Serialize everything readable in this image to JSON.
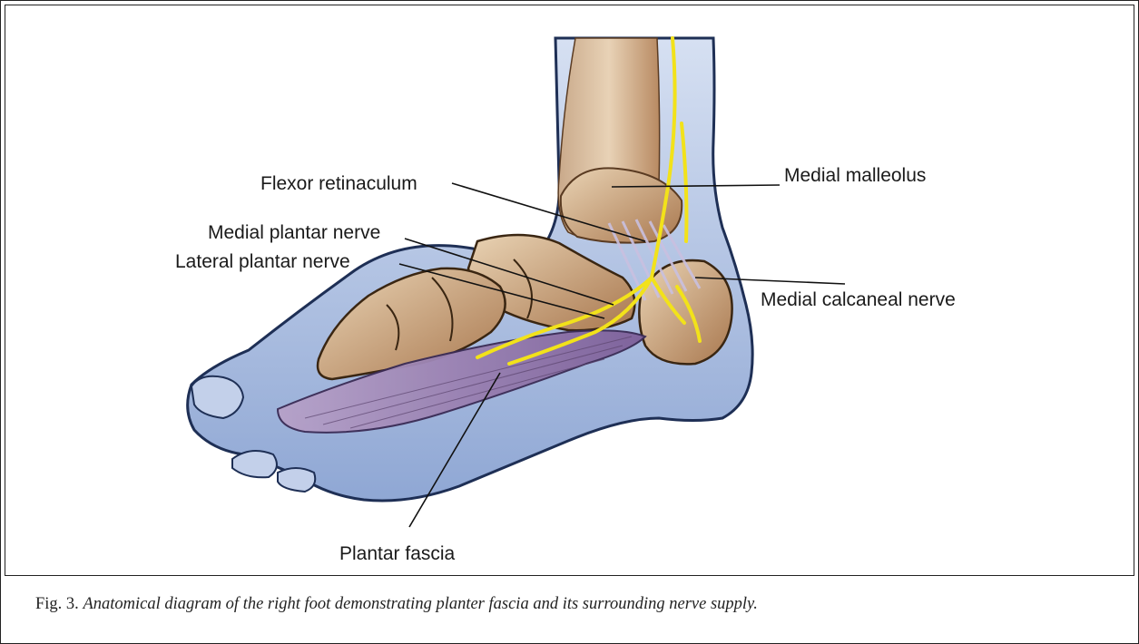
{
  "figure": {
    "labels": {
      "flexor_retinaculum": "Flexor retinaculum",
      "medial_malleolus": "Medial malleolus",
      "medial_plantar_nerve": "Medial plantar nerve",
      "lateral_plantar_nerve": "Lateral plantar nerve",
      "medial_calcaneal_nerve": "Medial calcaneal nerve",
      "plantar_fascia": "Plantar fascia"
    },
    "colors": {
      "skin_outline": "#2b4a7a",
      "soft_tissue": "#b9c8e6",
      "bone": "#caa07a",
      "nerve": "#f2e21a",
      "fascia": "#8a6fa8"
    }
  },
  "caption": {
    "prefix": "Fig. 3.",
    "text": "Anatomical diagram of the right foot demonstrating planter fascia and its surrounding nerve supply."
  }
}
